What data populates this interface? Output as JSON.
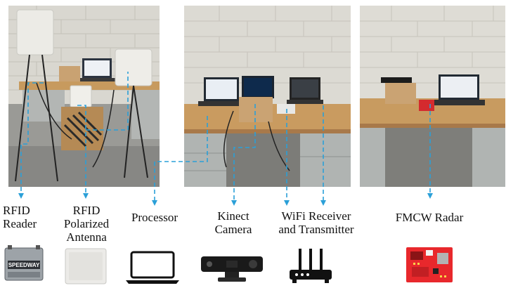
{
  "labels": {
    "rfid_reader": "RFID\nReader",
    "rfid_antenna": "RFID\nPolarized\nAntenna",
    "processor": "Processor",
    "kinect": "Kinect\nCamera",
    "wifi": "WiFi Receiver\nand Transmitter",
    "radar": "FMCW Radar"
  },
  "reader_brand": "SPEEDWAY",
  "colors": {
    "connector": "#2ba0d8",
    "wall": "#d8d6cf",
    "desk": "#c79a5e",
    "cabinet": "#aeb2b0",
    "floor": "#8f8f8c",
    "radar_board": "#e8282c"
  },
  "icons": {
    "reader": "rfid-reader-icon",
    "antenna": "antenna-panel-icon",
    "laptop": "laptop-icon",
    "kinect": "kinect-sensor-icon",
    "router": "router-icon",
    "radar": "radar-board-icon"
  }
}
